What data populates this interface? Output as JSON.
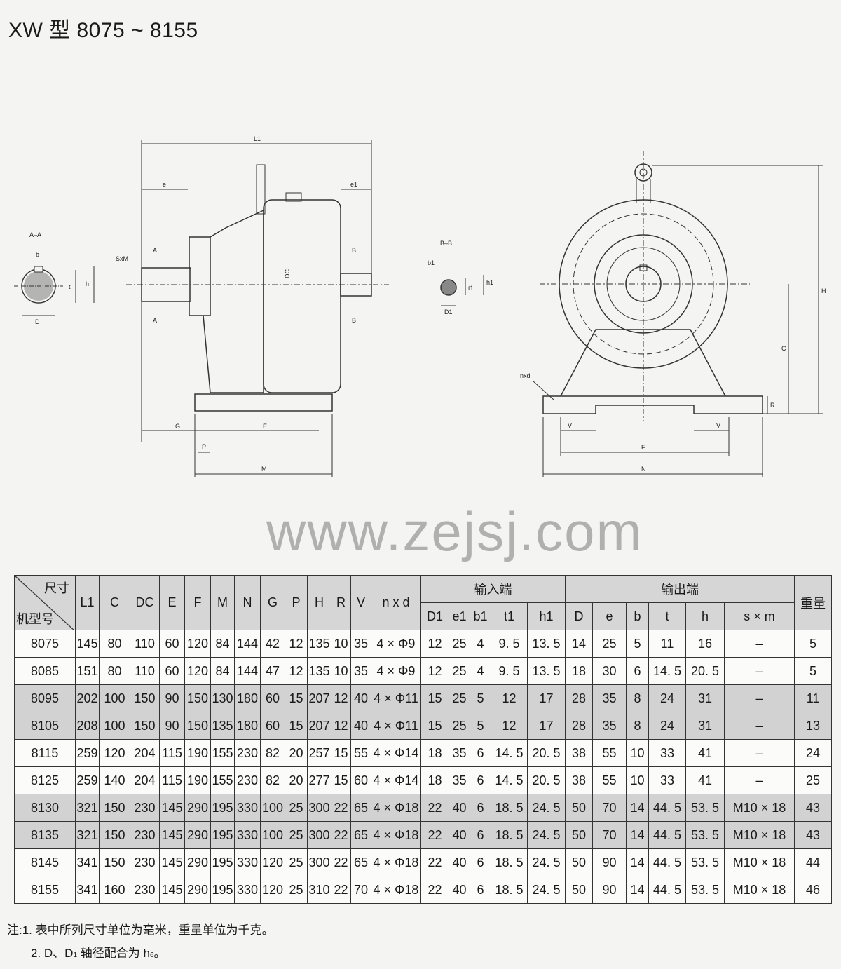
{
  "title": "XW 型 8075 ~ 8155",
  "watermark": "www.zejsj.com",
  "drawing_labels": {
    "L1": "L1",
    "e": "e",
    "e1": "e1",
    "aa": "A–A",
    "b": "b",
    "t": "t",
    "h": "h",
    "D": "D",
    "sxm": "SxM",
    "A": "A",
    "B": "B",
    "DC": "DC",
    "bb": "B–B",
    "b1": "b1",
    "t1": "t1",
    "h1": "h1",
    "D1": "D1",
    "G": "G",
    "E": "E",
    "P": "P",
    "M": "M",
    "H": "H",
    "C": "C",
    "nxd": "nxd",
    "R": "R",
    "V": "V",
    "F": "F",
    "N": "N"
  },
  "table": {
    "corner_top": "尺寸",
    "corner_bottom": "机型号",
    "main_columns": [
      "L1",
      "C",
      "DC",
      "E",
      "F",
      "M",
      "N",
      "G",
      "P",
      "H",
      "R",
      "V",
      "n x d"
    ],
    "input_group": "输入端",
    "input_columns": [
      "D1",
      "e1",
      "b1",
      "t1",
      "h1"
    ],
    "output_group": "输出端",
    "output_columns": [
      "D",
      "e",
      "b",
      "t",
      "h",
      "s × m"
    ],
    "weight": "重量",
    "rows": [
      {
        "shaded": false,
        "cells": [
          "8075",
          "145",
          "80",
          "110",
          "60",
          "120",
          "84",
          "144",
          "42",
          "12",
          "135",
          "10",
          "35",
          "4 × Φ9",
          "12",
          "25",
          "4",
          "9. 5",
          "13. 5",
          "14",
          "25",
          "5",
          "11",
          "16",
          "–",
          "5"
        ]
      },
      {
        "shaded": false,
        "cells": [
          "8085",
          "151",
          "80",
          "110",
          "60",
          "120",
          "84",
          "144",
          "47",
          "12",
          "135",
          "10",
          "35",
          "4 × Φ9",
          "12",
          "25",
          "4",
          "9. 5",
          "13. 5",
          "18",
          "30",
          "6",
          "14. 5",
          "20. 5",
          "–",
          "5"
        ]
      },
      {
        "shaded": true,
        "cells": [
          "8095",
          "202",
          "100",
          "150",
          "90",
          "150",
          "130",
          "180",
          "60",
          "15",
          "207",
          "12",
          "40",
          "4 × Φ11",
          "15",
          "25",
          "5",
          "12",
          "17",
          "28",
          "35",
          "8",
          "24",
          "31",
          "–",
          "11"
        ]
      },
      {
        "shaded": true,
        "cells": [
          "8105",
          "208",
          "100",
          "150",
          "90",
          "150",
          "135",
          "180",
          "60",
          "15",
          "207",
          "12",
          "40",
          "4 × Φ11",
          "15",
          "25",
          "5",
          "12",
          "17",
          "28",
          "35",
          "8",
          "24",
          "31",
          "–",
          "13"
        ]
      },
      {
        "shaded": false,
        "cells": [
          "8115",
          "259",
          "120",
          "204",
          "115",
          "190",
          "155",
          "230",
          "82",
          "20",
          "257",
          "15",
          "55",
          "4 × Φ14",
          "18",
          "35",
          "6",
          "14. 5",
          "20. 5",
          "38",
          "55",
          "10",
          "33",
          "41",
          "–",
          "24"
        ]
      },
      {
        "shaded": false,
        "cells": [
          "8125",
          "259",
          "140",
          "204",
          "115",
          "190",
          "155",
          "230",
          "82",
          "20",
          "277",
          "15",
          "60",
          "4 × Φ14",
          "18",
          "35",
          "6",
          "14. 5",
          "20. 5",
          "38",
          "55",
          "10",
          "33",
          "41",
          "–",
          "25"
        ]
      },
      {
        "shaded": true,
        "cells": [
          "8130",
          "321",
          "150",
          "230",
          "145",
          "290",
          "195",
          "330",
          "100",
          "25",
          "300",
          "22",
          "65",
          "4 × Φ18",
          "22",
          "40",
          "6",
          "18. 5",
          "24. 5",
          "50",
          "70",
          "14",
          "44. 5",
          "53. 5",
          "M10 × 18",
          "43"
        ]
      },
      {
        "shaded": true,
        "cells": [
          "8135",
          "321",
          "150",
          "230",
          "145",
          "290",
          "195",
          "330",
          "100",
          "25",
          "300",
          "22",
          "65",
          "4 × Φ18",
          "22",
          "40",
          "6",
          "18. 5",
          "24. 5",
          "50",
          "70",
          "14",
          "44. 5",
          "53. 5",
          "M10 × 18",
          "43"
        ]
      },
      {
        "shaded": false,
        "cells": [
          "8145",
          "341",
          "150",
          "230",
          "145",
          "290",
          "195",
          "330",
          "120",
          "25",
          "300",
          "22",
          "65",
          "4 × Φ18",
          "22",
          "40",
          "6",
          "18. 5",
          "24. 5",
          "50",
          "90",
          "14",
          "44. 5",
          "53. 5",
          "M10 × 18",
          "44"
        ]
      },
      {
        "shaded": false,
        "cells": [
          "8155",
          "341",
          "160",
          "230",
          "145",
          "290",
          "195",
          "330",
          "120",
          "25",
          "310",
          "22",
          "70",
          "4 × Φ18",
          "22",
          "40",
          "6",
          "18. 5",
          "24. 5",
          "50",
          "90",
          "14",
          "44. 5",
          "53. 5",
          "M10 × 18",
          "46"
        ]
      }
    ]
  },
  "notes": {
    "note1": "注:1. 表中所列尺寸单位为毫米，重量单位为千克。",
    "note2_prefix": "2. D、D",
    "note2_sub1": "1",
    "note2_mid": " 轴径配合为 h",
    "note2_sub2": "6",
    "note2_end": "。"
  }
}
